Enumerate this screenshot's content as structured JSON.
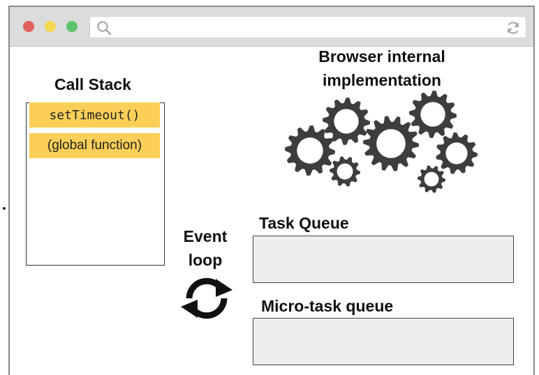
{
  "browser": {
    "window_buttons": {
      "close": "#e05f5c",
      "minimize": "#f2d84f",
      "maximize": "#5cc36a"
    },
    "url_placeholder": ""
  },
  "call_stack": {
    "title": "Call Stack",
    "frames": [
      "setTimeout()",
      "(global function)"
    ],
    "frame_color": "#fcd058"
  },
  "browser_internal": {
    "title_line1": "Browser internal",
    "title_line2": "implementation",
    "icon": "gears-icon",
    "icon_color": "#3d3d3d"
  },
  "event_loop": {
    "title_line1": "Event",
    "title_line2": "loop",
    "icon": "refresh-cycle-icon"
  },
  "task_queue": {
    "title": "Task Queue"
  },
  "micro_task_queue": {
    "title": "Micro-task queue"
  }
}
